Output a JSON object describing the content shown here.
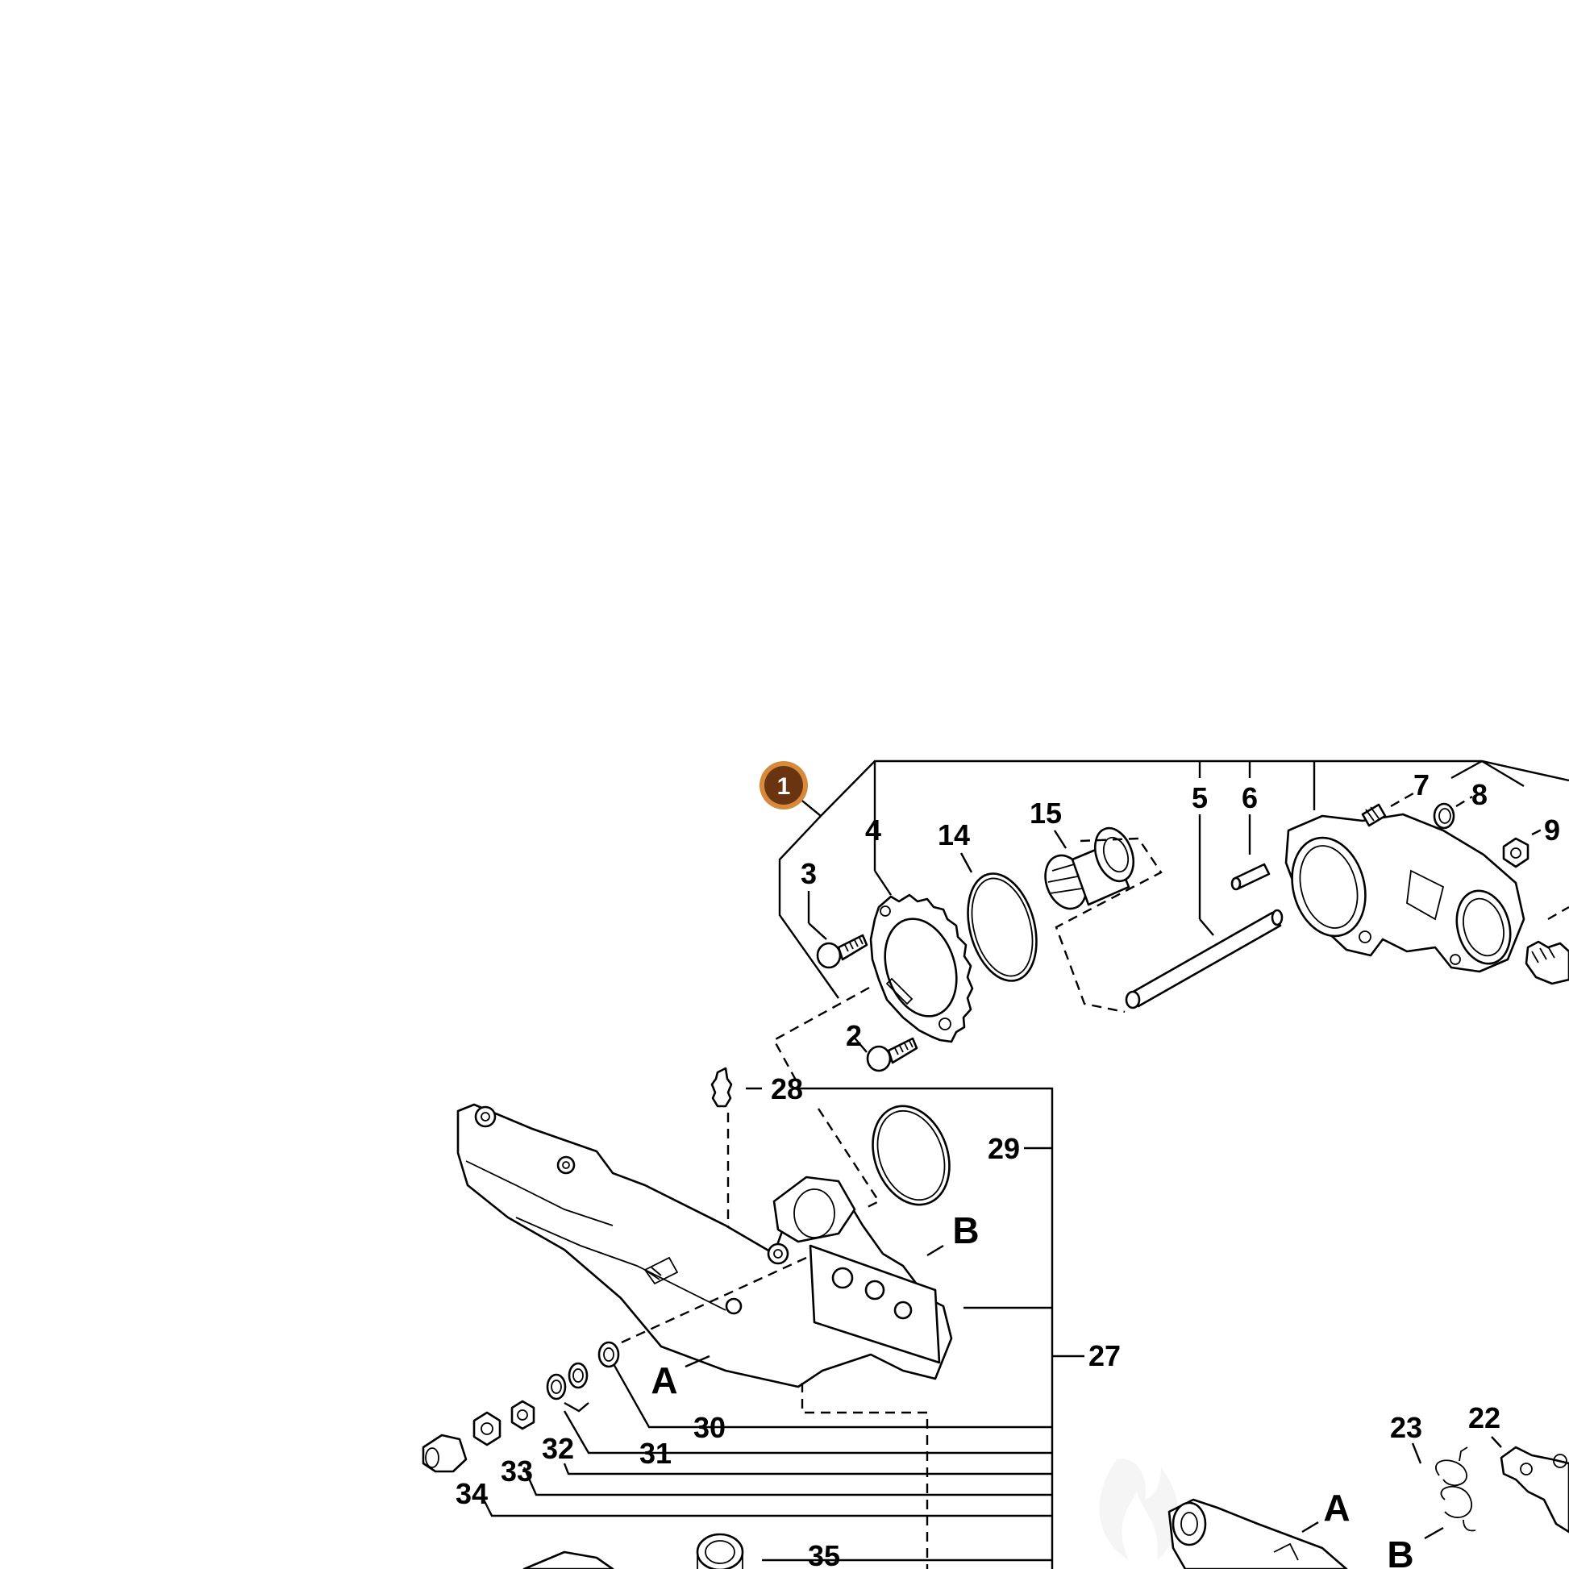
{
  "diagram": {
    "badge_number": "1",
    "badge_colors": {
      "fill": "#6b3410",
      "ring": "#d88a3c"
    },
    "part_labels": {
      "p2": "2",
      "p3": "3",
      "p4": "4",
      "p5": "5",
      "p6": "6",
      "p7": "7",
      "p8": "8",
      "p9": "9",
      "p14": "14",
      "p15": "15",
      "p22": "22",
      "p23": "23",
      "p27": "27",
      "p28": "28",
      "p29": "29",
      "p30": "30",
      "p31": "31",
      "p32": "32",
      "p33": "33",
      "p34": "34",
      "p35": "35"
    },
    "reference_labels": {
      "a1": "A",
      "b1": "B",
      "a2": "A",
      "b2": "B"
    }
  }
}
